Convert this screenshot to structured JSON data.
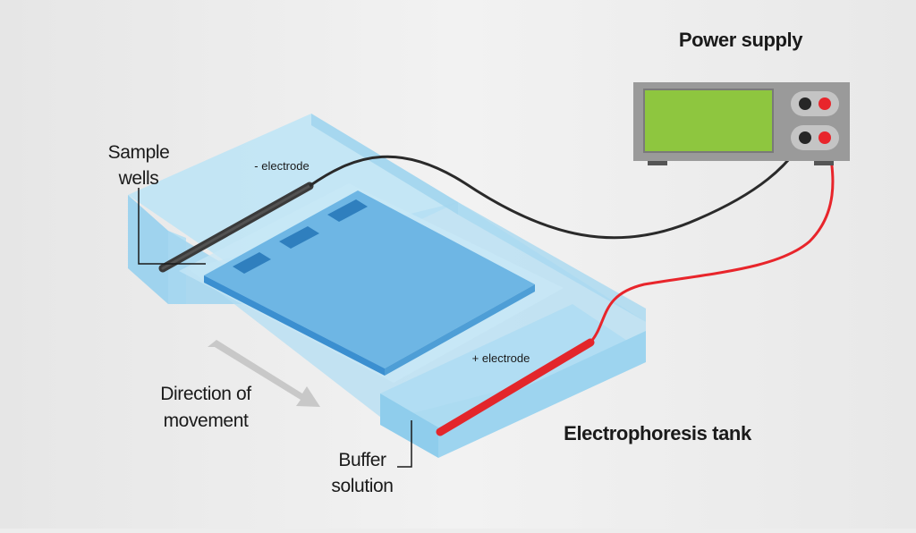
{
  "labels": {
    "power_supply": "Power supply",
    "sample_wells_line1": "Sample",
    "sample_wells_line2": "wells",
    "neg_electrode": "- electrode",
    "pos_electrode": "+ electrode",
    "direction_line1": "Direction of",
    "direction_line2": "movement",
    "buffer_line1": "Buffer",
    "buffer_line2": "solution",
    "tank": "Electrophoresis tank"
  },
  "colors": {
    "background": "#ededed",
    "tank_water": "#a9dbf2",
    "gel": "#5aa9de",
    "neg_wire": "#2a2a2a",
    "pos_wire": "#e8252b",
    "display": "#8ec63f",
    "device_body": "#9a9a9a"
  }
}
